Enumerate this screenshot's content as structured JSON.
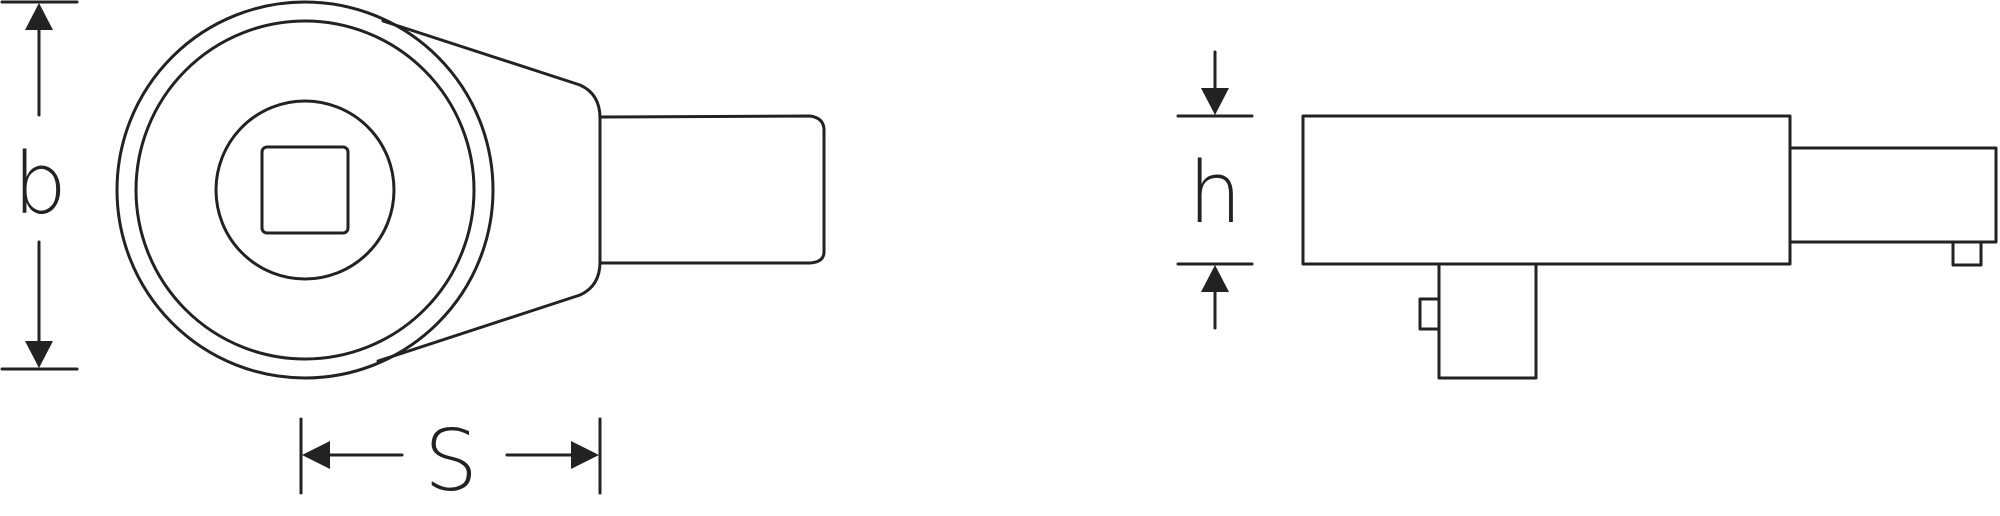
{
  "labels": {
    "b": "b",
    "s": "S",
    "h": "h"
  },
  "colors": {
    "line": "#222222",
    "background": "#ffffff"
  }
}
